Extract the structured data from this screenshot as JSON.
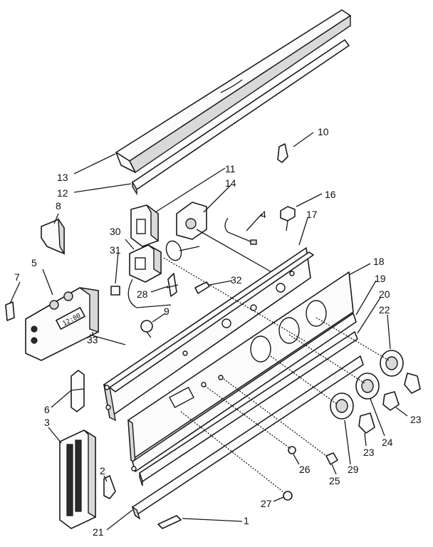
{
  "diagram": {
    "clock_display": "12:00",
    "callouts": [
      {
        "id": "13",
        "label": "13"
      },
      {
        "id": "12",
        "label": "12"
      },
      {
        "id": "8",
        "label": "8"
      },
      {
        "id": "11",
        "label": "11"
      },
      {
        "id": "14",
        "label": "14"
      },
      {
        "id": "10",
        "label": "10"
      },
      {
        "id": "16",
        "label": "16"
      },
      {
        "id": "4",
        "label": "4"
      },
      {
        "id": "17",
        "label": "17"
      },
      {
        "id": "30",
        "label": "30"
      },
      {
        "id": "31",
        "label": "31"
      },
      {
        "id": "5",
        "label": "5"
      },
      {
        "id": "7",
        "label": "7"
      },
      {
        "id": "28",
        "label": "28"
      },
      {
        "id": "32",
        "label": "32"
      },
      {
        "id": "9",
        "label": "9"
      },
      {
        "id": "33",
        "label": "33"
      },
      {
        "id": "18",
        "label": "18"
      },
      {
        "id": "19",
        "label": "19"
      },
      {
        "id": "20",
        "label": "20"
      },
      {
        "id": "22",
        "label": "22"
      },
      {
        "id": "6",
        "label": "6"
      },
      {
        "id": "3",
        "label": "3"
      },
      {
        "id": "2",
        "label": "2"
      },
      {
        "id": "21",
        "label": "21"
      },
      {
        "id": "1",
        "label": "1"
      },
      {
        "id": "27",
        "label": "27"
      },
      {
        "id": "26",
        "label": "26"
      },
      {
        "id": "25",
        "label": "25"
      },
      {
        "id": "29",
        "label": "29"
      },
      {
        "id": "23a",
        "label": "23"
      },
      {
        "id": "24",
        "label": "24"
      },
      {
        "id": "23b",
        "label": "23"
      }
    ]
  }
}
